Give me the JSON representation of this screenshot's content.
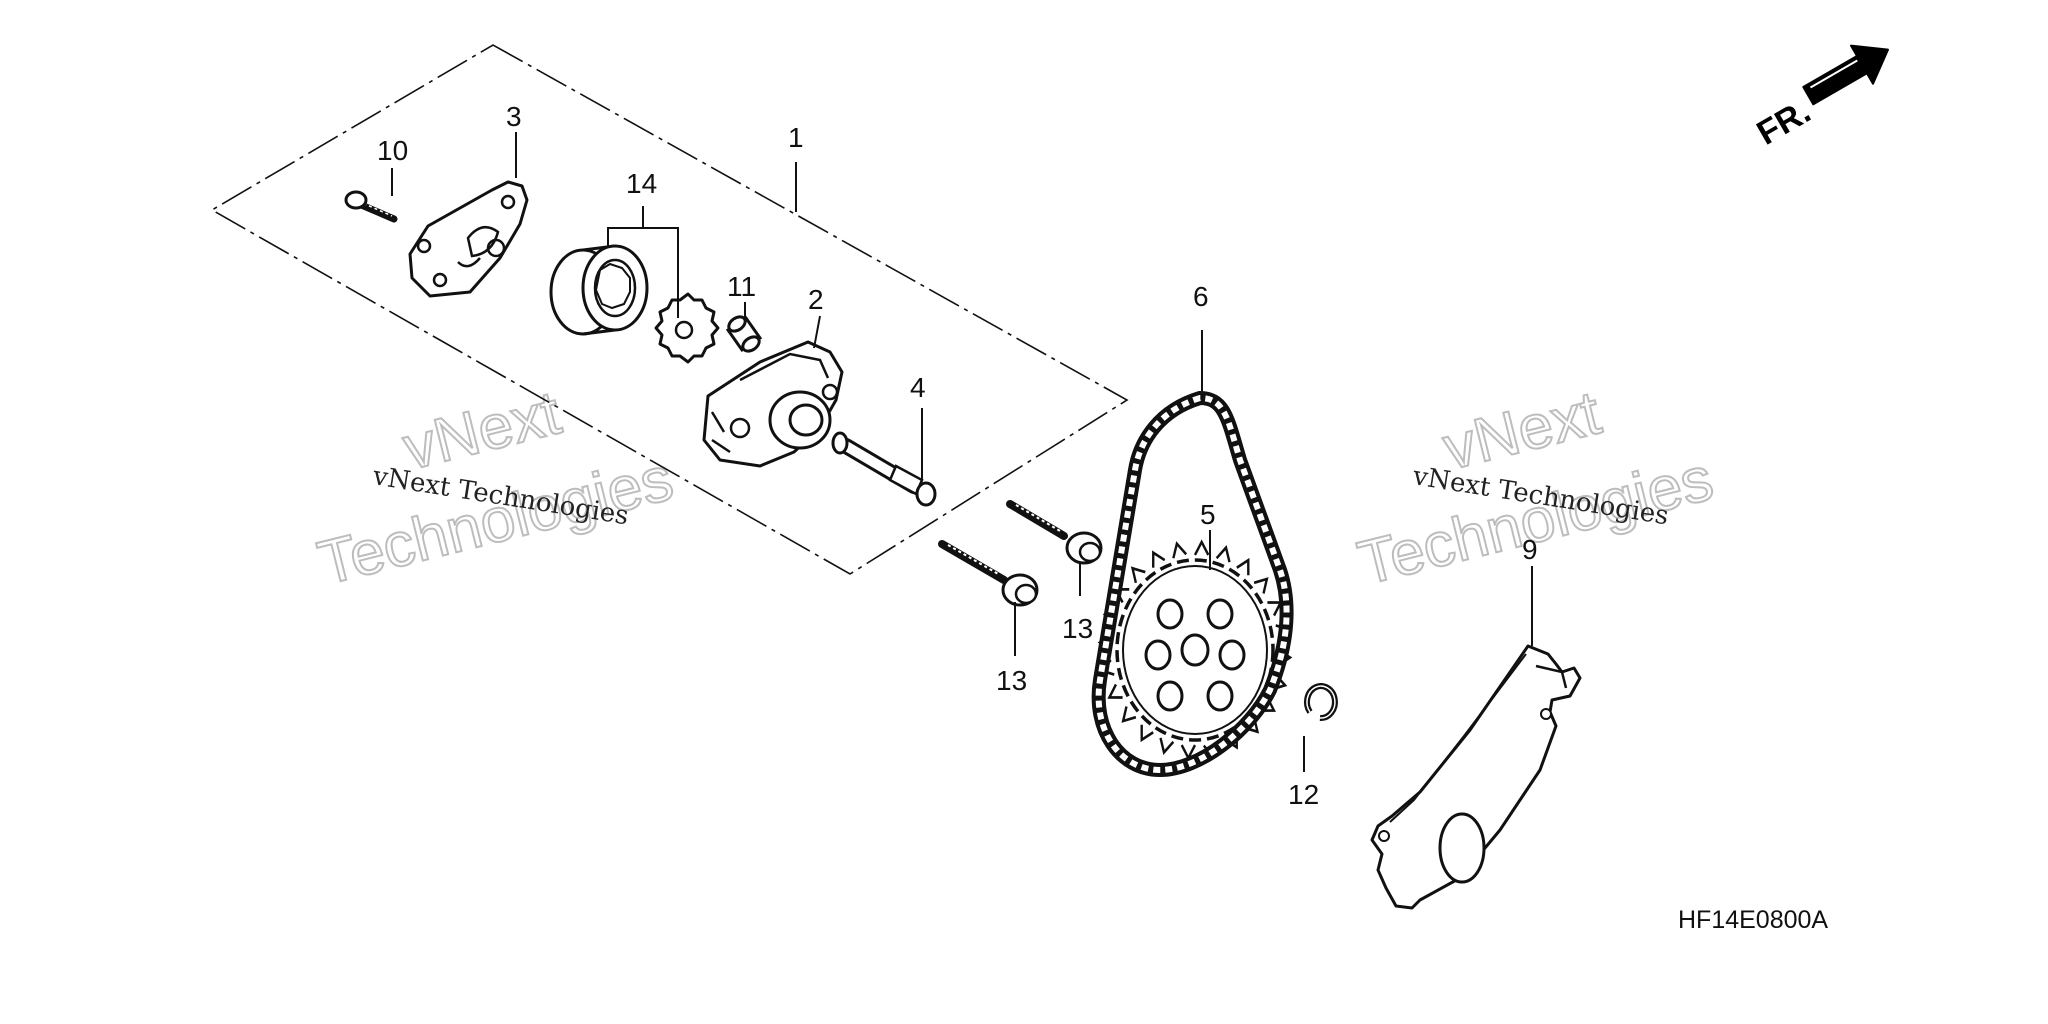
{
  "diagram": {
    "callouts": {
      "c1": "1",
      "c2": "2",
      "c3": "3",
      "c4": "4",
      "c5": "5",
      "c6": "6",
      "c9": "9",
      "c10": "10",
      "c11": "11",
      "c12": "12",
      "c13a": "13",
      "c13b": "13",
      "c14": "14"
    },
    "direction_label": "FR.",
    "drawing_code": "HF14E0800A",
    "watermark": {
      "line1": "vNext",
      "line2": "Technologies",
      "caption": "vNext Technologies"
    }
  }
}
